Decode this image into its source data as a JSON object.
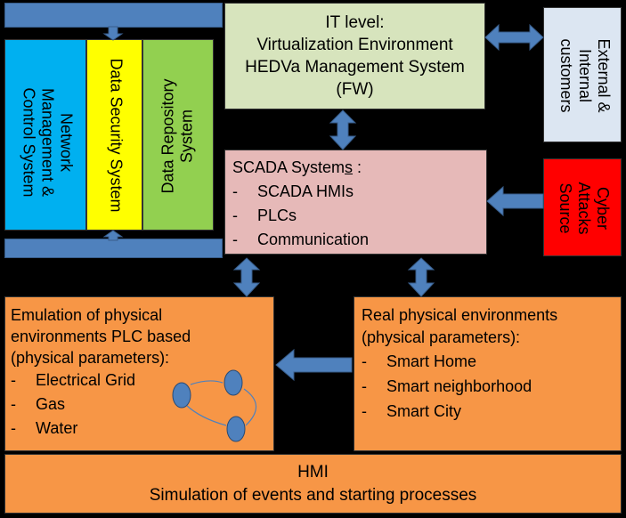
{
  "it_level": {
    "lines": [
      "IT level:",
      "Virtualization Environment",
      "HEDVa Management System",
      "(FW)"
    ]
  },
  "external": {
    "lines": [
      "External &",
      "Internal",
      "customers"
    ]
  },
  "network_mgmt": {
    "lines": [
      "Network",
      "Management &",
      "Control System"
    ]
  },
  "data_security": {
    "lines": [
      "Data Security System"
    ]
  },
  "data_repository": {
    "lines": [
      "Data Repository",
      "System"
    ]
  },
  "scada": {
    "title_prefix": "SCADA System",
    "title_underlined": "s",
    "title_suffix": " :",
    "items": [
      "SCADA HMIs",
      "PLCs",
      "Communication"
    ]
  },
  "cyber": {
    "lines": [
      "Cyber",
      "Attacks",
      "Source"
    ]
  },
  "emulation": {
    "lines": [
      "Emulation of physical",
      "environments PLC based",
      "(physical parameters):"
    ],
    "items": [
      "Electrical Grid",
      "Gas",
      "Water"
    ]
  },
  "real": {
    "lines": [
      "Real physical environments",
      "(physical parameters):"
    ],
    "items": [
      "Smart Home",
      "Smart neighborhood",
      "Smart City"
    ]
  },
  "hmi": {
    "lines": [
      "HMI",
      "Simulation of events and starting processes"
    ]
  },
  "list_marker": "-",
  "colors": {
    "arrow": "#4f81bd",
    "it_level": "#d7e4bd",
    "external": "#dce6f2",
    "network": "#00b0f0",
    "security": "#ffff00",
    "repository": "#92d050",
    "scada": "#e6b9b8",
    "cyber": "#ff0000",
    "orange": "#f79646",
    "node": "#4f81bd"
  }
}
